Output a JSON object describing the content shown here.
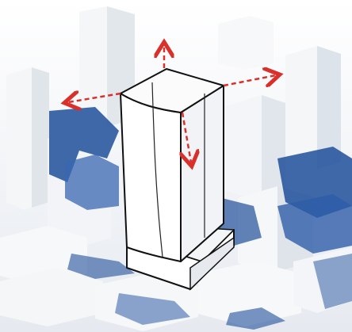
{
  "diagram": {
    "subject": "massing-diagram",
    "colors": {
      "background": "#e9edf2",
      "context_face_light": "#f6f7f9",
      "context_face_mid": "#dde2e8",
      "shadow": "#1f4f9a",
      "shadow_soft": "#5a7fbf",
      "tower_fill": "#ffffff",
      "tower_stroke": "#111111",
      "arrow": "#d9302b"
    },
    "arrows": [
      {
        "direction": "up"
      },
      {
        "direction": "left"
      },
      {
        "direction": "right"
      },
      {
        "direction": "down"
      }
    ]
  }
}
